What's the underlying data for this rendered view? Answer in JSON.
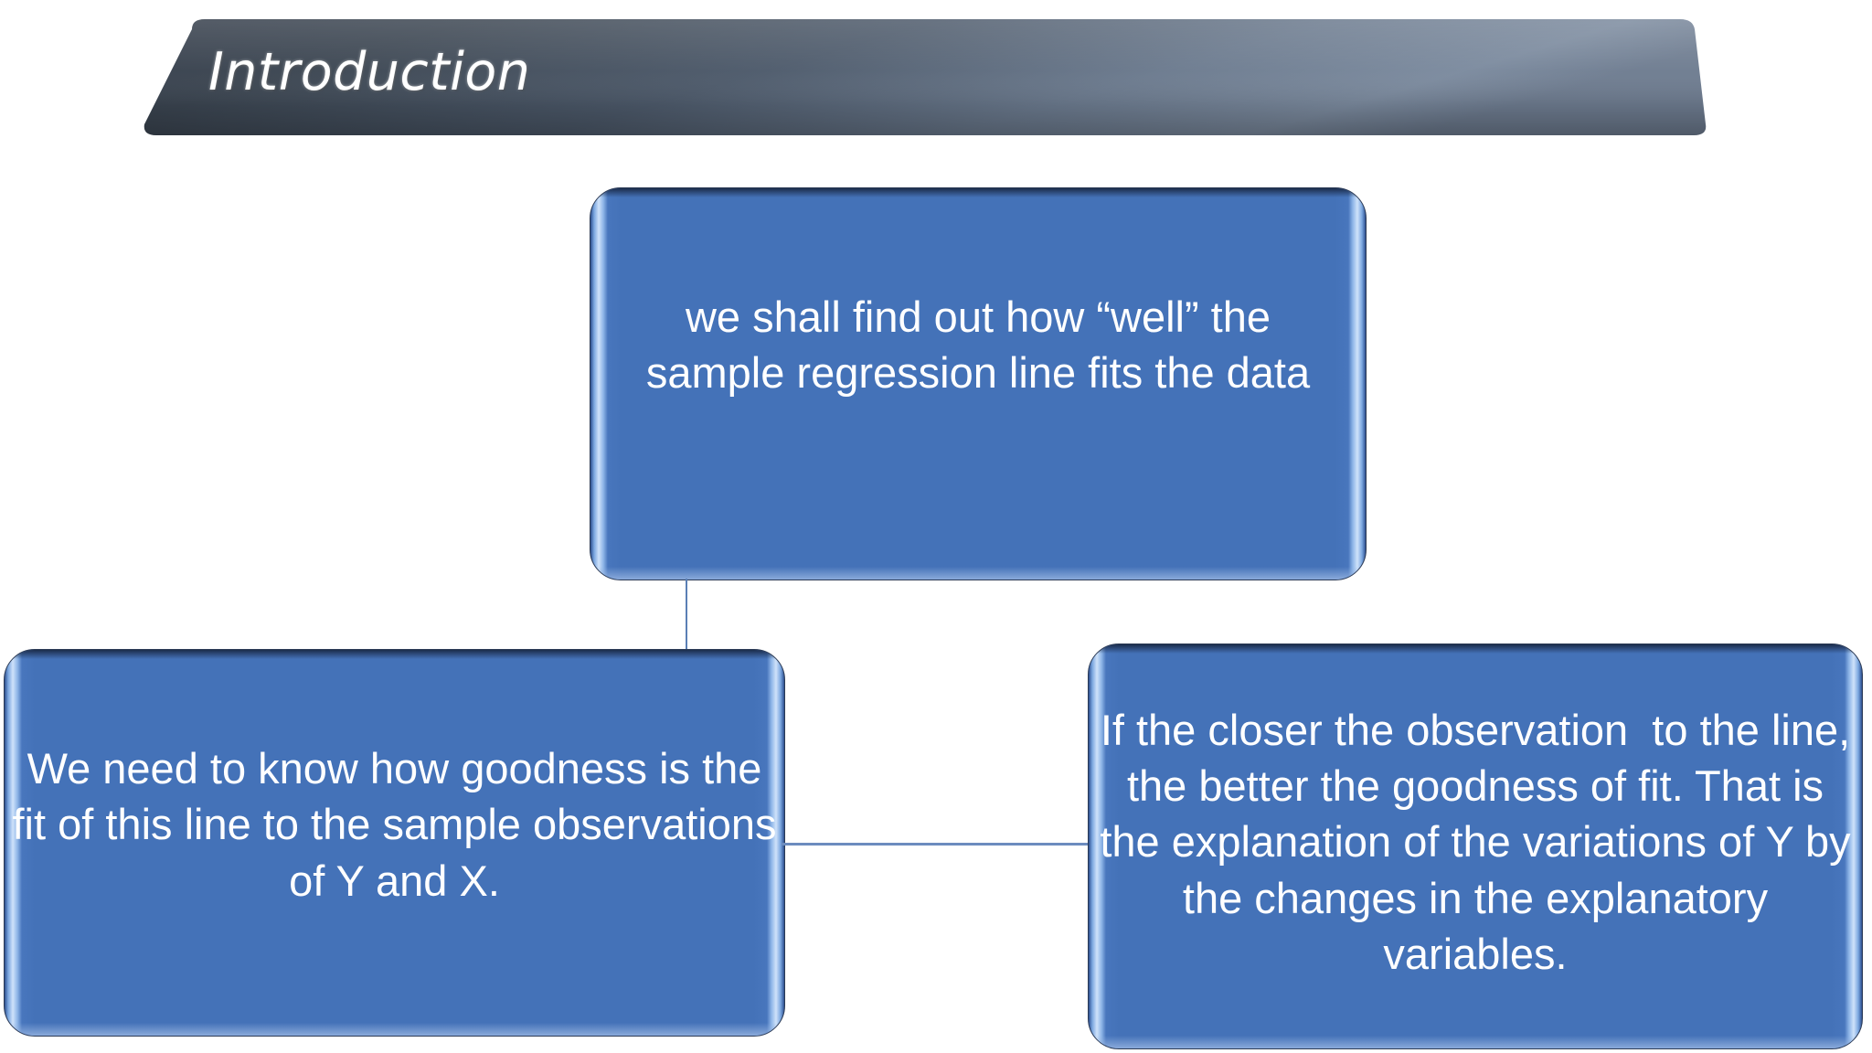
{
  "slide": {
    "background_color": "#ffffff",
    "title": {
      "label": "Introduction",
      "banner_fill_dark": "#39424f",
      "banner_fill_light": "#7c8ba0",
      "text_color": "#ffffff"
    },
    "diagram": {
      "accent_color": "#4472b8",
      "node_text_color": "#ffffff",
      "connector_color": "#6c8cbf",
      "nodes": [
        {
          "id": "top",
          "text": "we shall find out how “well” the sample regression line fits the data"
        },
        {
          "id": "left",
          "text": "We need to know how goodness is the fit of this line to the sample observations of Y and X."
        },
        {
          "id": "right",
          "text": "If the closer the observation  to the line, the better the goodness of fit. That is the explanation of the variations of Y by the changes in the explanatory variables."
        }
      ],
      "connectors": [
        {
          "id": "top-to-left",
          "orientation": "vertical"
        },
        {
          "id": "left-to-right",
          "orientation": "horizontal"
        }
      ]
    }
  }
}
